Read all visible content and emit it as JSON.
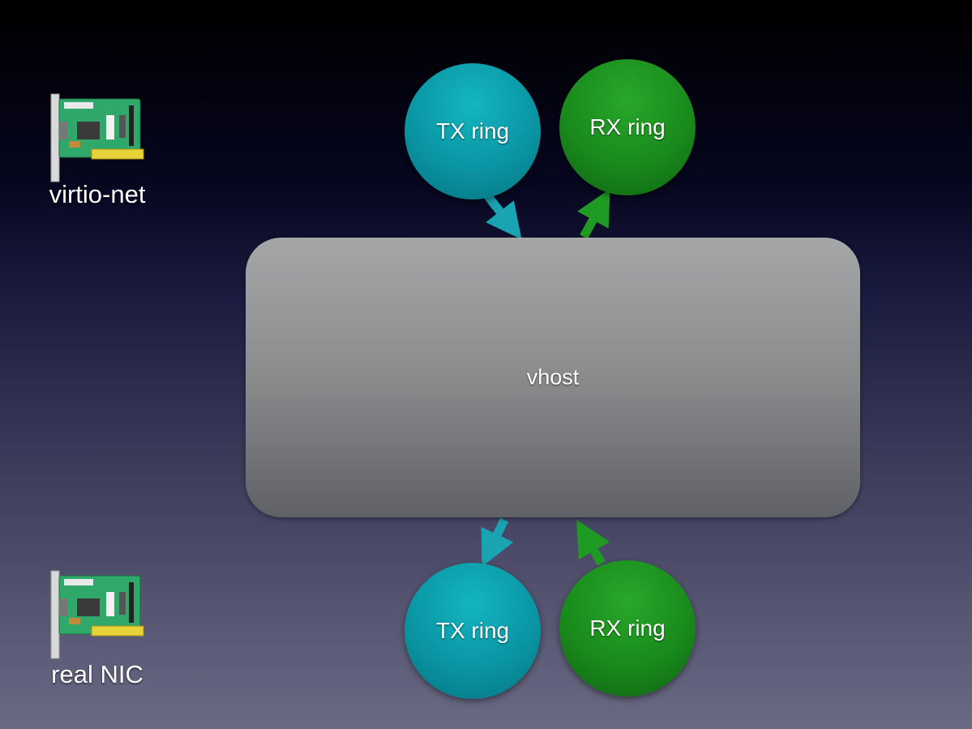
{
  "nodes": {
    "virtio_net": {
      "label": "virtio-net",
      "icon": "network-card-icon"
    },
    "real_nic": {
      "label": "real NIC",
      "icon": "network-card-icon"
    },
    "vhost": {
      "label": "vhost"
    },
    "top_tx_ring": {
      "label": "TX ring"
    },
    "top_rx_ring": {
      "label": "RX ring"
    },
    "bottom_tx_ring": {
      "label": "TX ring"
    },
    "bottom_rx_ring": {
      "label": "RX ring"
    }
  },
  "edges": [
    {
      "from": "top_tx_ring",
      "to": "vhost"
    },
    {
      "from": "vhost",
      "to": "top_rx_ring"
    },
    {
      "from": "vhost",
      "to": "bottom_tx_ring"
    },
    {
      "from": "bottom_rx_ring",
      "to": "vhost"
    }
  ],
  "colors": {
    "tx": "#0a95a3",
    "rx": "#198a1c",
    "vhost": "#8a8b8d",
    "tx_arrow": "#1aa3b0",
    "rx_arrow": "#1f9a22"
  }
}
